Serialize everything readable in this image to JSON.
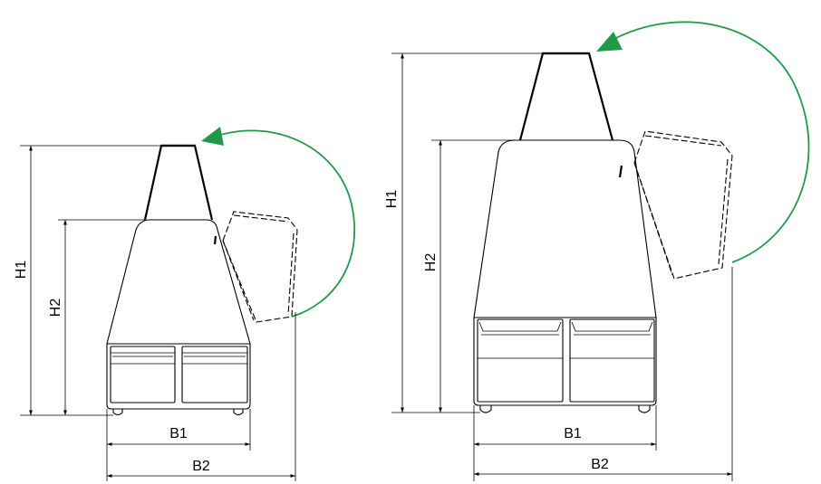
{
  "figures": [
    {
      "id": "small",
      "labels": {
        "h1": "H1",
        "h2": "H2",
        "b1": "B1",
        "b2": "B2"
      }
    },
    {
      "id": "large",
      "labels": {
        "h1": "H1",
        "h2": "H2",
        "b1": "B1",
        "b2": "B2"
      }
    }
  ],
  "colors": {
    "rotation_arrow": "#1f9a48",
    "line": "#000000"
  }
}
